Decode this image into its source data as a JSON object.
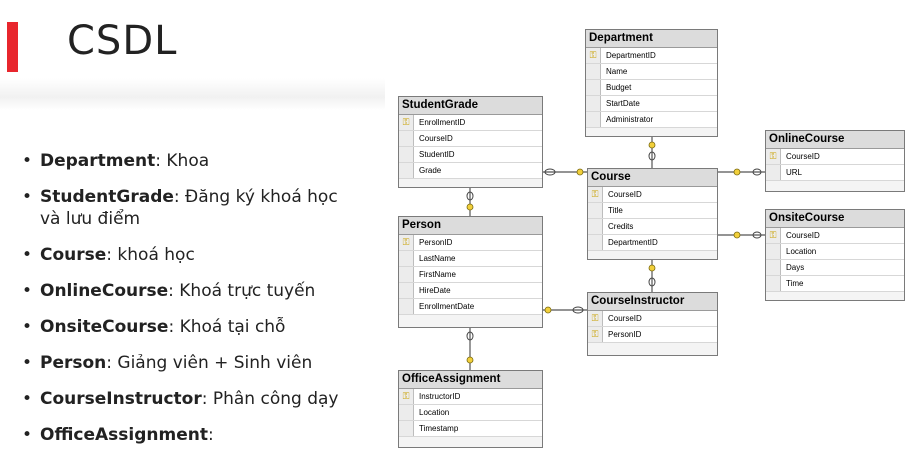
{
  "slide": {
    "title": "CSDL",
    "accent_color": "#e8262d",
    "bullets": [
      {
        "term": "Department",
        "desc": ": Khoa"
      },
      {
        "term": "StudentGrade",
        "desc": ": Đăng ký khoá học và lưu điểm"
      },
      {
        "term": "Course",
        "desc": ": khoá học"
      },
      {
        "term": "OnlineCourse",
        "desc": ": Khoá trực tuyến"
      },
      {
        "term": "OnsiteCourse",
        "desc": ": Khoá tại chỗ"
      },
      {
        "term": "Person",
        "desc": ": Giảng viên + Sinh viên"
      },
      {
        "term": "CourseInstructor",
        "desc": ": Phân công dạy"
      },
      {
        "term": "OfficeAssignment",
        "desc": ":"
      }
    ]
  },
  "diagram": {
    "key_icon": "key-icon",
    "tables": {
      "department": {
        "name": "Department",
        "fields": [
          "DepartmentID",
          "Name",
          "Budget",
          "StartDate",
          "Administrator"
        ]
      },
      "studentgrade": {
        "name": "StudentGrade",
        "fields": [
          "EnrollmentID",
          "CourseID",
          "StudentID",
          "Grade"
        ]
      },
      "onlinecourse": {
        "name": "OnlineCourse",
        "fields": [
          "CourseID",
          "URL"
        ]
      },
      "course": {
        "name": "Course",
        "fields": [
          "CourseID",
          "Title",
          "Credits",
          "DepartmentID"
        ]
      },
      "onsitecourse": {
        "name": "OnsiteCourse",
        "fields": [
          "CourseID",
          "Location",
          "Days",
          "Time"
        ]
      },
      "person": {
        "name": "Person",
        "fields": [
          "PersonID",
          "LastName",
          "FirstName",
          "HireDate",
          "EnrollmentDate"
        ]
      },
      "courseinstructor": {
        "name": "CourseInstructor",
        "fields": [
          "CourseID",
          "PersonID"
        ]
      },
      "officeassignment": {
        "name": "OfficeAssignment",
        "fields": [
          "InstructorID",
          "Location",
          "Timestamp"
        ]
      }
    }
  }
}
